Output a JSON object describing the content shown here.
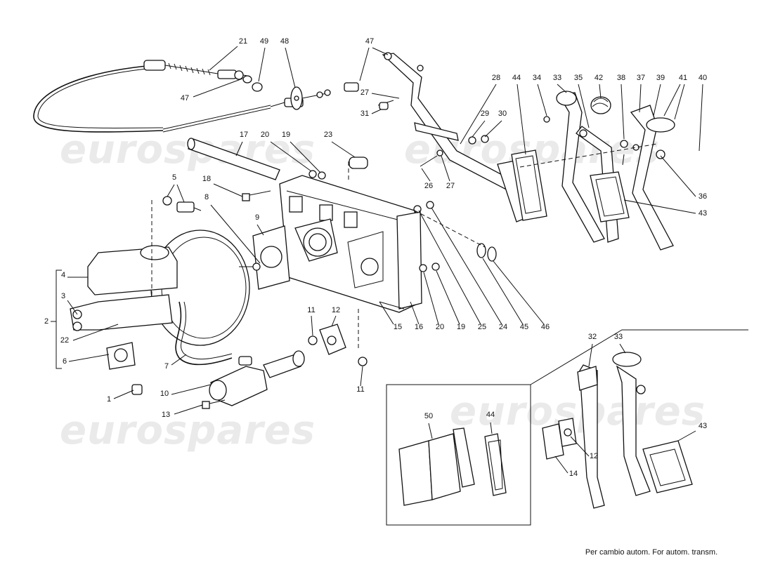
{
  "watermark": {
    "text": "eurospares"
  },
  "callouts": [
    "1",
    "2",
    "3",
    "4",
    "5",
    "6",
    "7",
    "8",
    "9",
    "10",
    "11",
    "12",
    "13",
    "14",
    "15",
    "16",
    "17",
    "18",
    "19",
    "20",
    "21",
    "22",
    "23",
    "24",
    "25",
    "26",
    "27",
    "28",
    "29",
    "30",
    "31",
    "32",
    "33",
    "34",
    "35",
    "36",
    "37",
    "38",
    "39",
    "40",
    "41",
    "42",
    "43",
    "44",
    "45",
    "46",
    "47",
    "48",
    "49",
    "50"
  ],
  "inset_caption": "Per cambio autom. For autom. transm."
}
